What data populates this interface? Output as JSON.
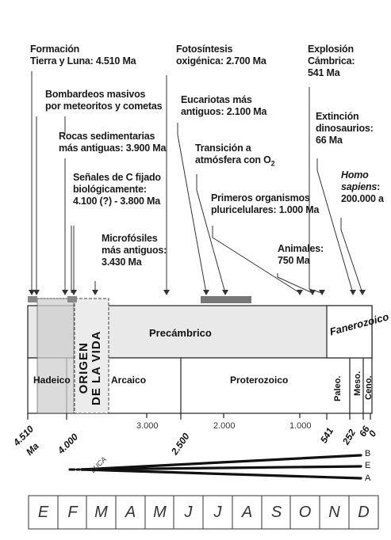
{
  "annotations": {
    "formacion": [
      "Formación",
      "Tierra y Luna: 4.510 Ma"
    ],
    "bombardeos": [
      "Bombardeos masivos",
      "por meteoritos y cometas"
    ],
    "rocas": [
      "Rocas sedimentarias",
      "más antiguas: 3.900 Ma"
    ],
    "senales": [
      "Señales de C fijado",
      "biológicamente:",
      "4.100 (?) - 3.800 Ma"
    ],
    "microfosiles": [
      "Microfósiles",
      "más antiguos:",
      "3.430 Ma"
    ],
    "fotosintesis": [
      "Fotosíntesis",
      "oxigénica: 2.700 Ma"
    ],
    "eucariotas": [
      "Eucariotas más",
      "antiguos: 2.100 Ma"
    ],
    "transicion": [
      "Transición a",
      "atmósfera con O",
      "2"
    ],
    "pluricelulares": [
      "Primeros organismos",
      "pluricelulares: 1.000 Ma"
    ],
    "animales": [
      "Animales:",
      "750 Ma"
    ],
    "explosion": [
      "Explosión",
      "Cámbrica:",
      "541 Ma"
    ],
    "extincion": [
      "Extinción",
      "dinosaurios:",
      "66 Ma"
    ],
    "homo": [
      "Homo",
      "sapiens",
      ":",
      "200.000 a"
    ]
  },
  "eras": {
    "precambrico": "Precámbrico",
    "fanerozoico": "Fanerozoico",
    "hadeico": "Hadeico",
    "arcaico": "Arcaico",
    "proterozoico": "Proterozoico",
    "paleo": "Paleo.",
    "meso": "Meso.",
    "ceno": "Ceno.",
    "origen_line1": "ORIGEN",
    "origen_line2": "DE LA VIDA"
  },
  "axis": {
    "bold_ticks": [
      "4.510",
      "Ma",
      "4.000",
      "2.500",
      "541",
      "252",
      "66",
      "0"
    ],
    "light_ticks": [
      "3.000",
      "2.000",
      "1.000"
    ],
    "luca": "LUCA"
  },
  "branches": [
    "B",
    "E",
    "A"
  ],
  "months": [
    "E",
    "F",
    "M",
    "A",
    "M",
    "J",
    "J",
    "A",
    "S",
    "O",
    "N",
    "D"
  ]
}
